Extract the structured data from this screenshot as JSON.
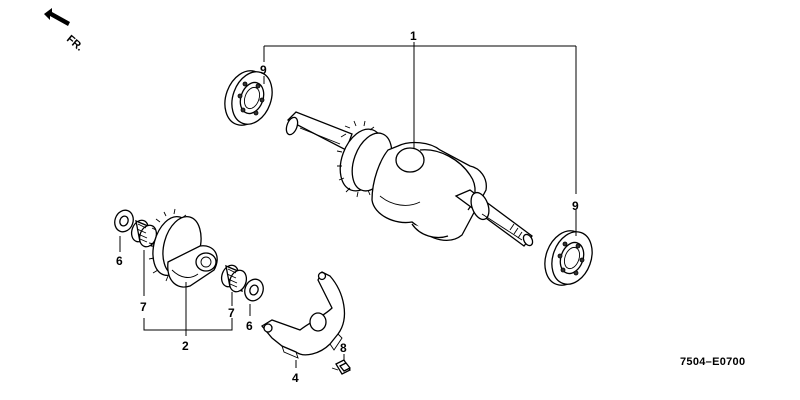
{
  "direction": {
    "text": "FR.",
    "icon": "front-direction-arrow-icon"
  },
  "diagram_code": "7504–E0700",
  "callouts": [
    {
      "id": "crankshaft",
      "text": "1"
    },
    {
      "id": "bearing-upper",
      "text": "9"
    },
    {
      "id": "bearing-lower",
      "text": "9"
    },
    {
      "id": "balancer-gear",
      "text": "2"
    },
    {
      "id": "washer-left",
      "text": "6"
    },
    {
      "id": "washer-right",
      "text": "6"
    },
    {
      "id": "needle-bearing-left",
      "text": "7"
    },
    {
      "id": "needle-bearing-right",
      "text": "7"
    },
    {
      "id": "weight-plate",
      "text": "4"
    },
    {
      "id": "bolt",
      "text": "8"
    }
  ]
}
